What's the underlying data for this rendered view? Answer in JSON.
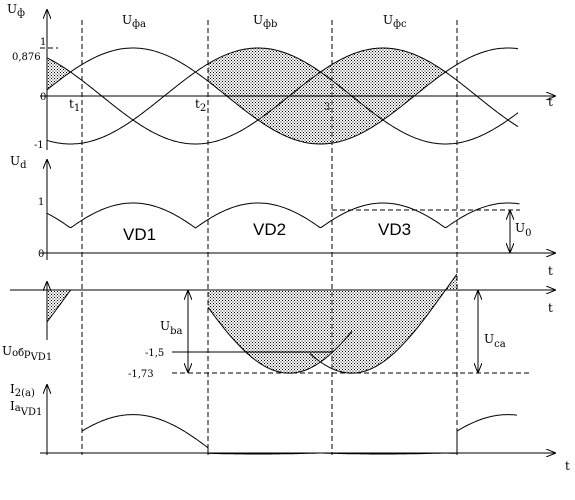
{
  "top_panel": {
    "y_axis_label": "U",
    "y_axis_sub": "ф",
    "t_axis_label": "t",
    "tick_1": "1",
    "tick_0876": "0,876",
    "tick_0": "0",
    "tick_neg1": "-1",
    "phase_a_label": "U",
    "phase_a_sub": "фa",
    "phase_b_label": "U",
    "phase_b_sub": "фb",
    "phase_c_label": "U",
    "phase_c_sub": "фc",
    "t1_label": "t",
    "t1_sub": "1",
    "t2_label": "t",
    "t2_sub": "2",
    "t3_sub": "3"
  },
  "second_panel": {
    "y_axis_label": "U",
    "y_axis_sub": "d",
    "tick_1": "1",
    "tick_0": "0",
    "t_axis_label": "t",
    "vd1": "VD1",
    "vd2": "VD2",
    "vd3": "VD3",
    "u0_label": "U",
    "u0_sub": "0"
  },
  "third_panel": {
    "t_axis_label": "t",
    "y_axis_label": "U",
    "y_axis_sub_1": "обр",
    "y_axis_sub_2": "VD1",
    "uba_label": "U",
    "uba_sub": "ba",
    "uca_label": "U",
    "uca_sub": "ca",
    "tick_neg15": "-1,5",
    "tick_neg173": "-1,73"
  },
  "fourth_panel": {
    "i2_label": "I",
    "i2_sub": "2(a)",
    "ia_label": "I",
    "ia_sub_1": "a",
    "ia_sub_2": "VD1",
    "t_axis_label": "t"
  }
}
